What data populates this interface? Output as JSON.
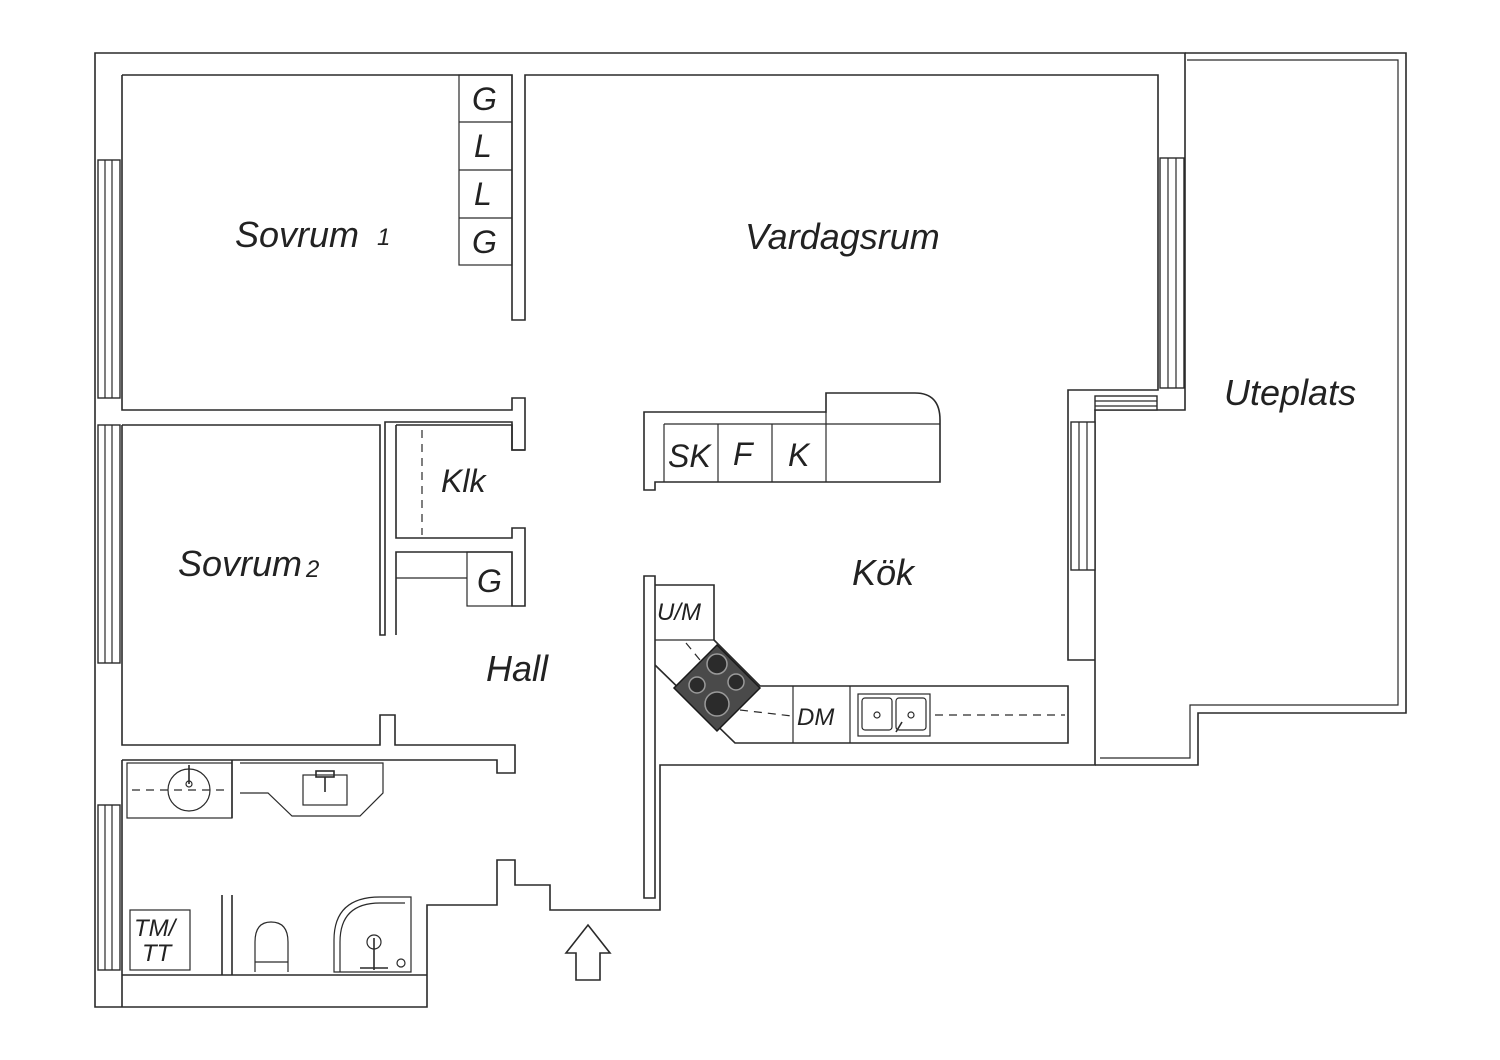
{
  "rooms": {
    "sovrum1": "Sovrum",
    "sovrum1_num": "1",
    "sovrum2": "Sovrum",
    "sovrum2_num": "2",
    "vardagsrum": "Vardagsrum",
    "uteplats": "Uteplats",
    "klk": "Klk",
    "kok": "Kök",
    "hall": "Hall"
  },
  "wardrobes": {
    "sovrum1": [
      "G",
      "L",
      "L",
      "G"
    ],
    "hall": "G"
  },
  "kitchen_island": [
    "SK",
    "F",
    "K"
  ],
  "kitchen_units": {
    "um": "U/M",
    "dm": "DM"
  },
  "bathroom": {
    "laundry": [
      "TM/",
      "TT"
    ]
  },
  "icons": [
    "entrance-arrow-icon",
    "stove-icon",
    "sink-icon",
    "toilet-icon",
    "shower-icon",
    "washbasin-icon"
  ]
}
